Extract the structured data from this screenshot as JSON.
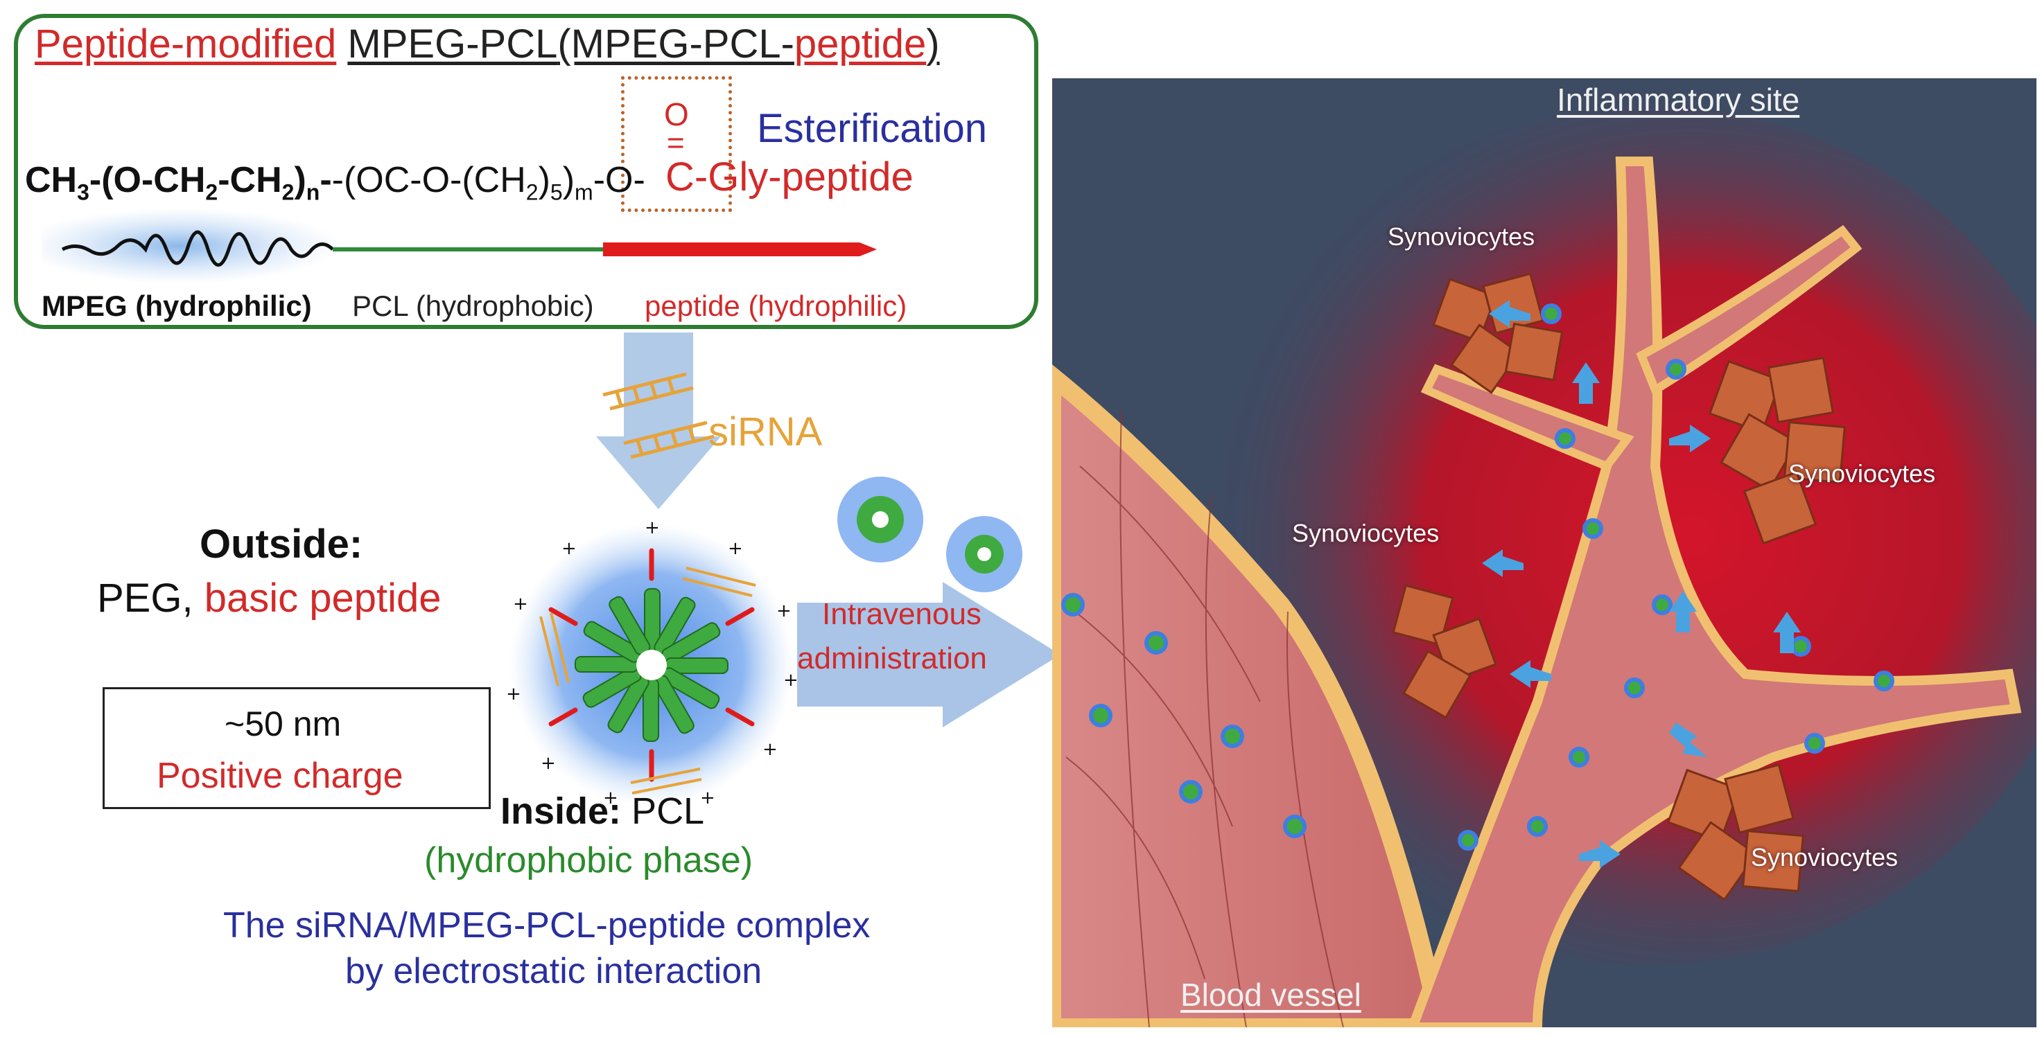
{
  "header": {
    "title_part1": "Peptide-modified",
    "title_part2": "MPEG-PCL",
    "title_part3": "(MPEG-PCL-",
    "title_part4": "peptide",
    "title_part5": ")"
  },
  "formula": {
    "ch3": "CH",
    "ch3_sub": "3",
    "o_ch2": "-(O-CH",
    "o_ch2_sub": "2",
    "ch2": "-CH",
    "ch2_sub": "2",
    "paren_n": ")",
    "n_sub": "n",
    "oc_o": "-(OC-O-(CH",
    "ch2_5_sub": "2",
    "paren5": ")",
    "five_sub": "5",
    "paren_m": ")",
    "m_sub": "m",
    "o_end": "-O-",
    "carbonyl_o": "O",
    "carbonyl_eq": "=",
    "gly_peptide": "C-Gly-peptide",
    "esterification": "Esterification"
  },
  "segments": {
    "mpeg": "MPEG (hydrophilic)",
    "pcl": "PCL (hydrophobic)",
    "peptide": "peptide (hydrophilic)"
  },
  "left": {
    "sirna": "siRNA",
    "outside_label": "Outside:",
    "outside_peg": "PEG,",
    "outside_peptide": "basic peptide",
    "size": "~50 nm",
    "charge": "Positive charge",
    "inside_label": "Inside:",
    "inside_pcl": "PCL",
    "inside_phase": "(hydrophobic phase)",
    "complex_line1": "The siRNA/MPEG-PCL-peptide complex",
    "complex_line2": "by electrostatic interaction",
    "admin_line1": "Intravenous",
    "admin_line2": "administration"
  },
  "panel": {
    "inflammatory": "Inflammatory site",
    "blood_vessel": "Blood vessel",
    "synoviocytes": [
      "Synoviocytes",
      "Synoviocytes",
      "Synoviocytes",
      "Synoviocytes"
    ]
  },
  "colors": {
    "frame_green": "#2e7d32",
    "text_red": "#d22a2a",
    "text_blue": "#2a2f9e",
    "text_green": "#2b8a2b",
    "sirna_orange": "#e6a33a",
    "panel_bg": "#3d4b63",
    "arrow_blue": "#a9c4e6"
  }
}
